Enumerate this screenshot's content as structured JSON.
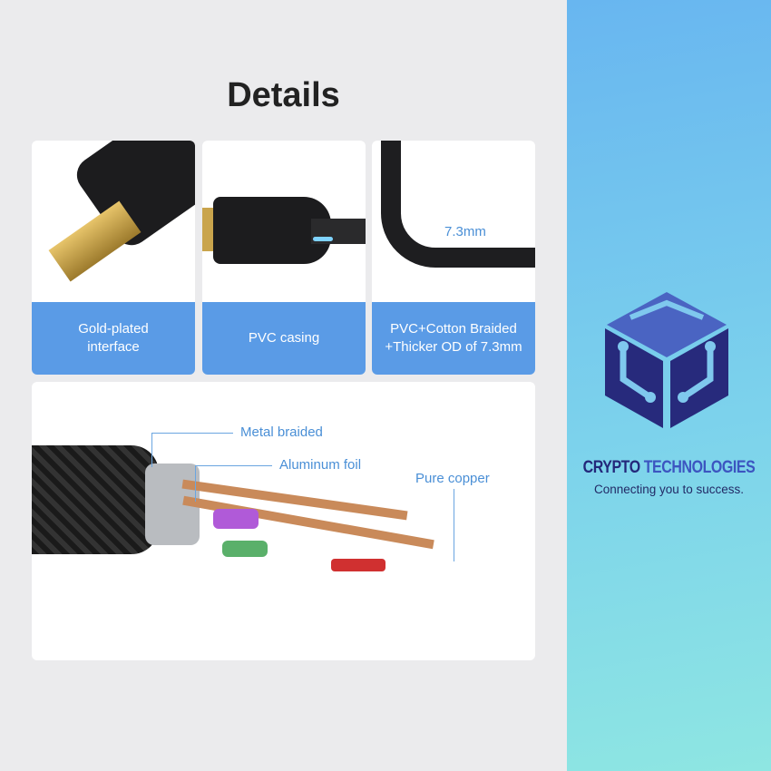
{
  "title": "Details",
  "cards": [
    {
      "caption_line1": "Gold-plated",
      "caption_line2": "interface"
    },
    {
      "caption_line1": "PVC casing",
      "caption_line2": ""
    },
    {
      "caption_line1": "PVC+Cotton Braided",
      "caption_line2": "+Thicker OD of 7.3mm",
      "image_label": "7.3mm"
    }
  ],
  "diagram": {
    "labels": {
      "metal_braided": "Metal braided",
      "aluminum_foil": "Aluminum foil",
      "pure_copper": "Pure copper"
    }
  },
  "logo": {
    "name_part1": "CRYPTO",
    "name_part2": "TECHNOLOGIES",
    "tagline": "Connecting you to success."
  },
  "colors": {
    "accent": "#5a9be6",
    "brand_dark": "#23277a",
    "brand_blue": "#3c55c0"
  }
}
